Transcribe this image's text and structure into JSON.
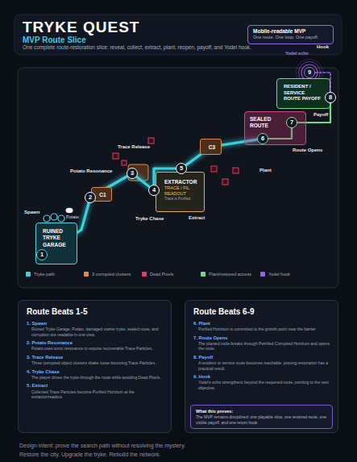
{
  "diagram": {
    "title": "TRYKE QUEST",
    "nodes": [
      {
        "text": [
          "Mobile-readable MVP",
          "One route. One loop. One payoff."
        ]
      },
      {
        "text": [
          "RUINED TRYKE GARAGE"
        ]
      },
      {
        "text": [
          "1"
        ],
        "in": 1
      },
      {
        "text": [
          "C1"
        ]
      },
      {
        "text": [
          "2"
        ]
      },
      {
        "text": [
          "3"
        ]
      },
      {
        "text": [
          "C3"
        ]
      },
      {
        "text": [
          "EXTRACTOR",
          "TRACE / FIL. READOUT",
          "Trace is Purified"
        ]
      },
      {
        "text": [
          "4"
        ]
      },
      {
        "text": [
          "5"
        ]
      },
      {
        "text": [
          "SEALED ROUTE"
        ]
      },
      {
        "text": [
          "6"
        ],
        "in": 10
      },
      {
        "text": [
          "7"
        ],
        "in": 10
      },
      {
        "text": [
          "RESIDENT / SERVICE ROUTE PAYOFF"
        ]
      },
      {
        "text": [
          "8"
        ]
      },
      {
        "text": [
          "9"
        ]
      },
      {
        "text": [
          "Route Beats 1-5",
          "1. Spawn",
          "Ruined Tryke Garage, Potato, damaged starter tryke, sealed route, and corruption are readable in one view.",
          "2. Potato Resonance",
          "Potato uses sonic resonance to expose recoverable Trace Particles.",
          "3. Trace Release",
          "Three corrupted object clusters shake loose bouncing Trace Particles.",
          "4. Tryke Chase",
          "The player drives the tryke through the route while avoiding Dead Pixels.",
          "5. Extract",
          "Collected Trace Particles become Purified Horizium at the extractor/readout."
        ]
      },
      {
        "text": [
          "Route Beats 6-9",
          "6. Plant",
          "Purified Horizium is committed to the growth point near the barrier.",
          "7. Route Opens",
          "The planted node breaks through Petrified Corrupted Horizium and opens the route.",
          "8. Payoff",
          "A resident or service route becomes reachable, proving restoration has a practical result.",
          "9. Hook",
          "Yodel's echo strengthens beyond the reopened route, pointing to the next objective."
        ]
      },
      {
        "text": [
          "What this proves:",
          "The MVP remains disciplined: one playable slice, one restored route, one visible payoff, and one return hook."
        ],
        "in": 17
      }
    ],
    "edges": [
      {
        "from": 2,
        "to": 4,
        "arrow": "none"
      },
      {
        "from": 4,
        "to": 5,
        "arrow": "none"
      },
      {
        "from": 5,
        "to": 8,
        "arrow": "none"
      },
      {
        "from": 8,
        "to": 9,
        "arrow": "none"
      },
      {
        "from": 9,
        "to": 11,
        "arrow": "none"
      },
      {
        "from": 11,
        "to": 12,
        "arrow": "none"
      },
      {
        "from": 12,
        "to": 14,
        "arrow": "none"
      },
      {
        "from": 14,
        "to": 15,
        "arrow": "none"
      }
    ],
    "labels": [
      "MVP Route Slice",
      "One complete route-restoration slice: reveal, collect, extract, plant, reopen, payoff, and Yodel hook.",
      "Spawn",
      "Potato",
      "Potato Resonance",
      "Trace Release",
      "Tryke Chase",
      "Extract",
      "Plant",
      "Route Opens",
      "Payoff",
      "Yodel echo",
      "Hook",
      "Design intent: prove the search path without resolving the mystery.",
      "Restore the city. Upgrade the tryke. Rebuild the network."
    ],
    "legend": [
      {
        "text": "Tryke path",
        "color": "#3ad1df"
      },
      {
        "text": "3 corrupted clusters",
        "color": "#e08a4a"
      },
      {
        "text": "Dead Pixels",
        "color": "#e0405a"
      },
      {
        "text": "Plant/restored access",
        "color": "#6fdc8c"
      },
      {
        "text": "Yodel hook",
        "color": "#9b5de5"
      }
    ]
  }
}
